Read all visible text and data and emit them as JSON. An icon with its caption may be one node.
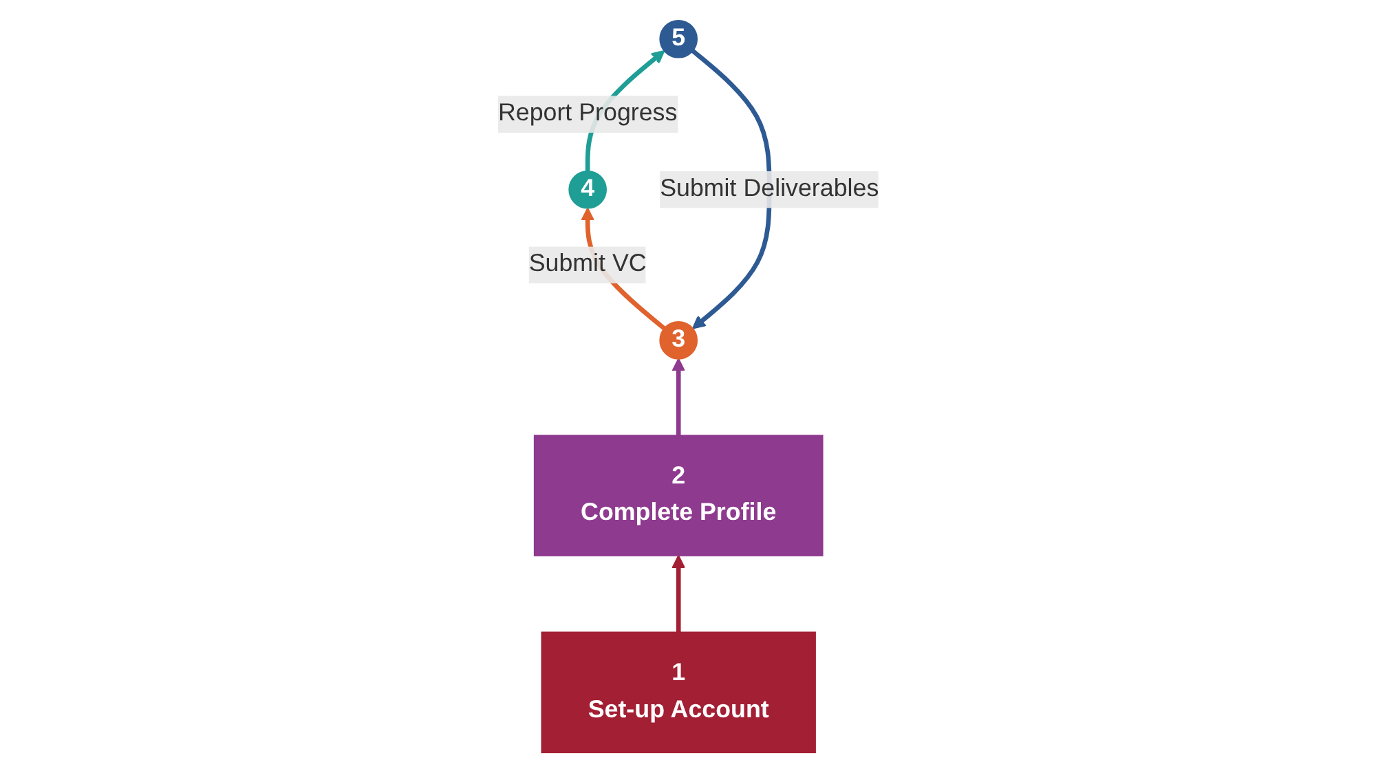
{
  "diagram": {
    "nodes": [
      {
        "text": [
          "1",
          "Set-up Account"
        ]
      },
      {
        "text": [
          "2",
          "Complete Profile"
        ]
      },
      {
        "text": [
          "3"
        ]
      },
      {
        "text": [
          "4"
        ]
      },
      {
        "text": [
          "5"
        ]
      }
    ],
    "edges": [
      {
        "from": 0,
        "to": 1,
        "arrow": "to",
        "color": "#a31f34"
      },
      {
        "from": 1,
        "to": 2,
        "arrow": "to",
        "color": "#8e3a8f"
      },
      {
        "from": 2,
        "to": 3,
        "arrow": "to",
        "label": "Submit VC",
        "color": "#e0622d"
      },
      {
        "from": 3,
        "to": 4,
        "arrow": "to",
        "label": "Report Progress",
        "color": "#1f9e96"
      },
      {
        "from": 4,
        "to": 2,
        "arrow": "to",
        "label": "Submit Deliverables",
        "color": "#2e5a93"
      }
    ]
  }
}
